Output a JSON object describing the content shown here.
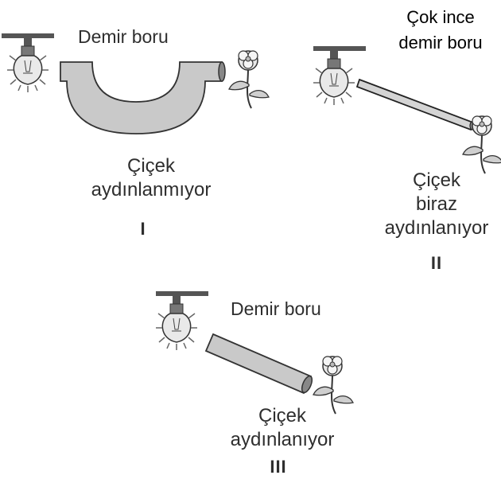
{
  "scene_1": {
    "pipe_label": "Demir boru",
    "caption_line1": "Çiçek",
    "caption_line2": "aydınlanmıyor",
    "numeral": "I"
  },
  "scene_2": {
    "pipe_label_line1": "Çok ince",
    "pipe_label_line2": "demir boru",
    "caption_line1": "Çiçek",
    "caption_line2": "biraz",
    "caption_line3": "aydınlanıyor",
    "numeral": "II"
  },
  "scene_3": {
    "pipe_label": "Demir boru",
    "caption_line1": "Çiçek",
    "caption_line2": "aydınlanıyor",
    "numeral": "III"
  }
}
